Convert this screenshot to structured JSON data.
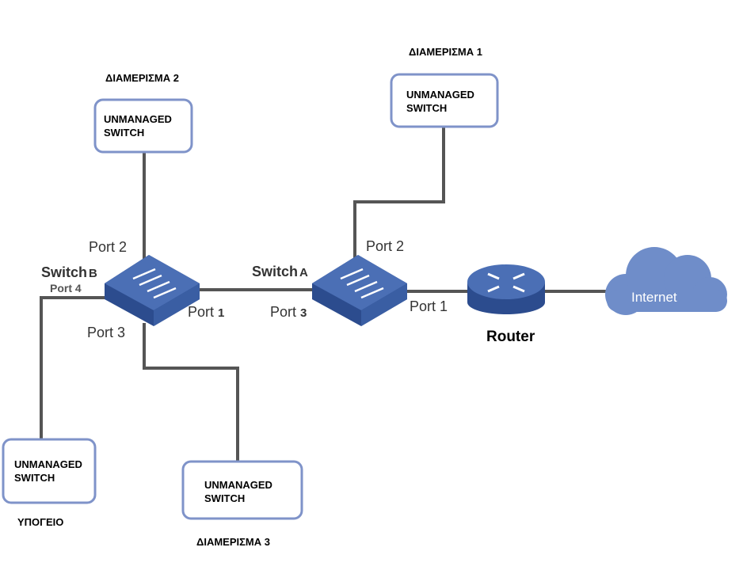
{
  "labels": {
    "apt1": "ΔΙΑΜΕΡΙΣΜΑ 1",
    "apt2": "ΔΙΑΜΕΡΙΣΜΑ 2",
    "apt3": "ΔΙΑΜΕΡΙΣΜΑ 3",
    "basement": "ΥΠΟΓΕΙΟ"
  },
  "unmanaged": {
    "line1": "UNMANAGED",
    "line2": "SWITCH"
  },
  "switch_a": {
    "name": "Switch",
    "letter": "A",
    "port2": "Port 2",
    "port1": "Port 1",
    "port3_text": "Port ",
    "port3_num": "3"
  },
  "switch_b": {
    "name": "Switch",
    "letter": "B",
    "port2": "Port 2",
    "port4": "Port 4",
    "port3": "Port 3",
    "port1_text": "Port ",
    "port1_num": "1"
  },
  "router": {
    "label": "Router"
  },
  "cloud": {
    "label": "Internet"
  },
  "colors": {
    "box_border": "#7f93c9",
    "line": "#555555",
    "device_top": "#4b6fb5",
    "device_side": "#2c4c8e",
    "cloud": "#6f8dc9"
  }
}
